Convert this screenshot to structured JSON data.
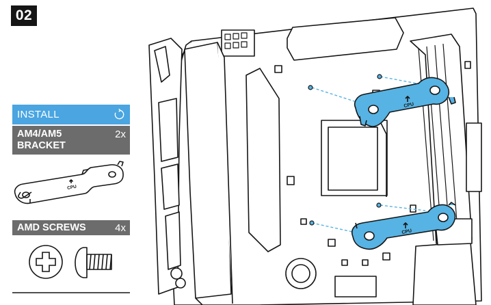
{
  "step": {
    "number": "02"
  },
  "sidebar": {
    "install": {
      "label": "INSTALL",
      "icon": "refresh-icon"
    },
    "bracket": {
      "line1": "AM4/AM5",
      "line2": "BRACKET",
      "qty": "2x"
    },
    "screws": {
      "label": "AMD SCREWS",
      "qty": "4x"
    }
  },
  "illustration": {
    "bracket_stamp": "CPU",
    "highlight_color": "#56b3e3",
    "dark_color": "#151515",
    "bar_gray": "#6c6c6c"
  }
}
